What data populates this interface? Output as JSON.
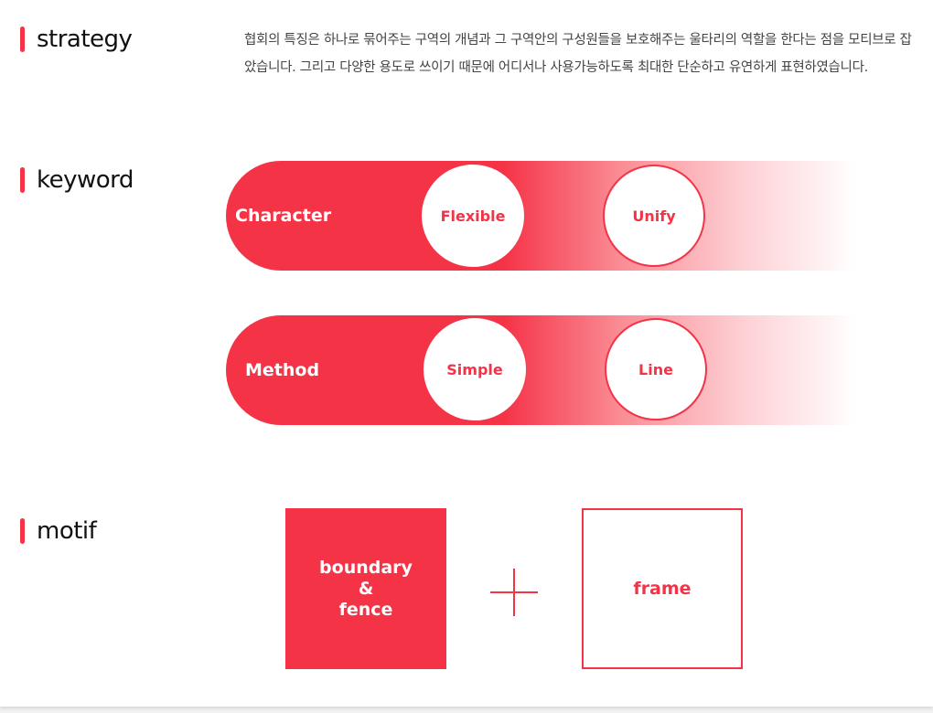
{
  "sections": {
    "strategy": {
      "title": "strategy",
      "text": "협회의 특징은 하나로 묶어주는 구역의 개념과 그 구역안의 구성원들을 보호해주는 울타리의 역할을 한다는 점을 모티브로 잡았습니다. 그리고 다양한 용도로 쓰이기 때문에 어디서나 사용가능하도록 최대한 단순하고 유연하게 표현하였습니다."
    },
    "keyword": {
      "title": "keyword",
      "rows": [
        {
          "label": "Character",
          "items": [
            "Flexible",
            "Unify"
          ]
        },
        {
          "label": "Method",
          "items": [
            "Simple",
            "Line"
          ]
        }
      ]
    },
    "motif": {
      "title": "motif",
      "left_lines": [
        "boundary",
        "&",
        "fence"
      ],
      "right": "frame"
    }
  },
  "colors": {
    "accent": "#f53347"
  }
}
